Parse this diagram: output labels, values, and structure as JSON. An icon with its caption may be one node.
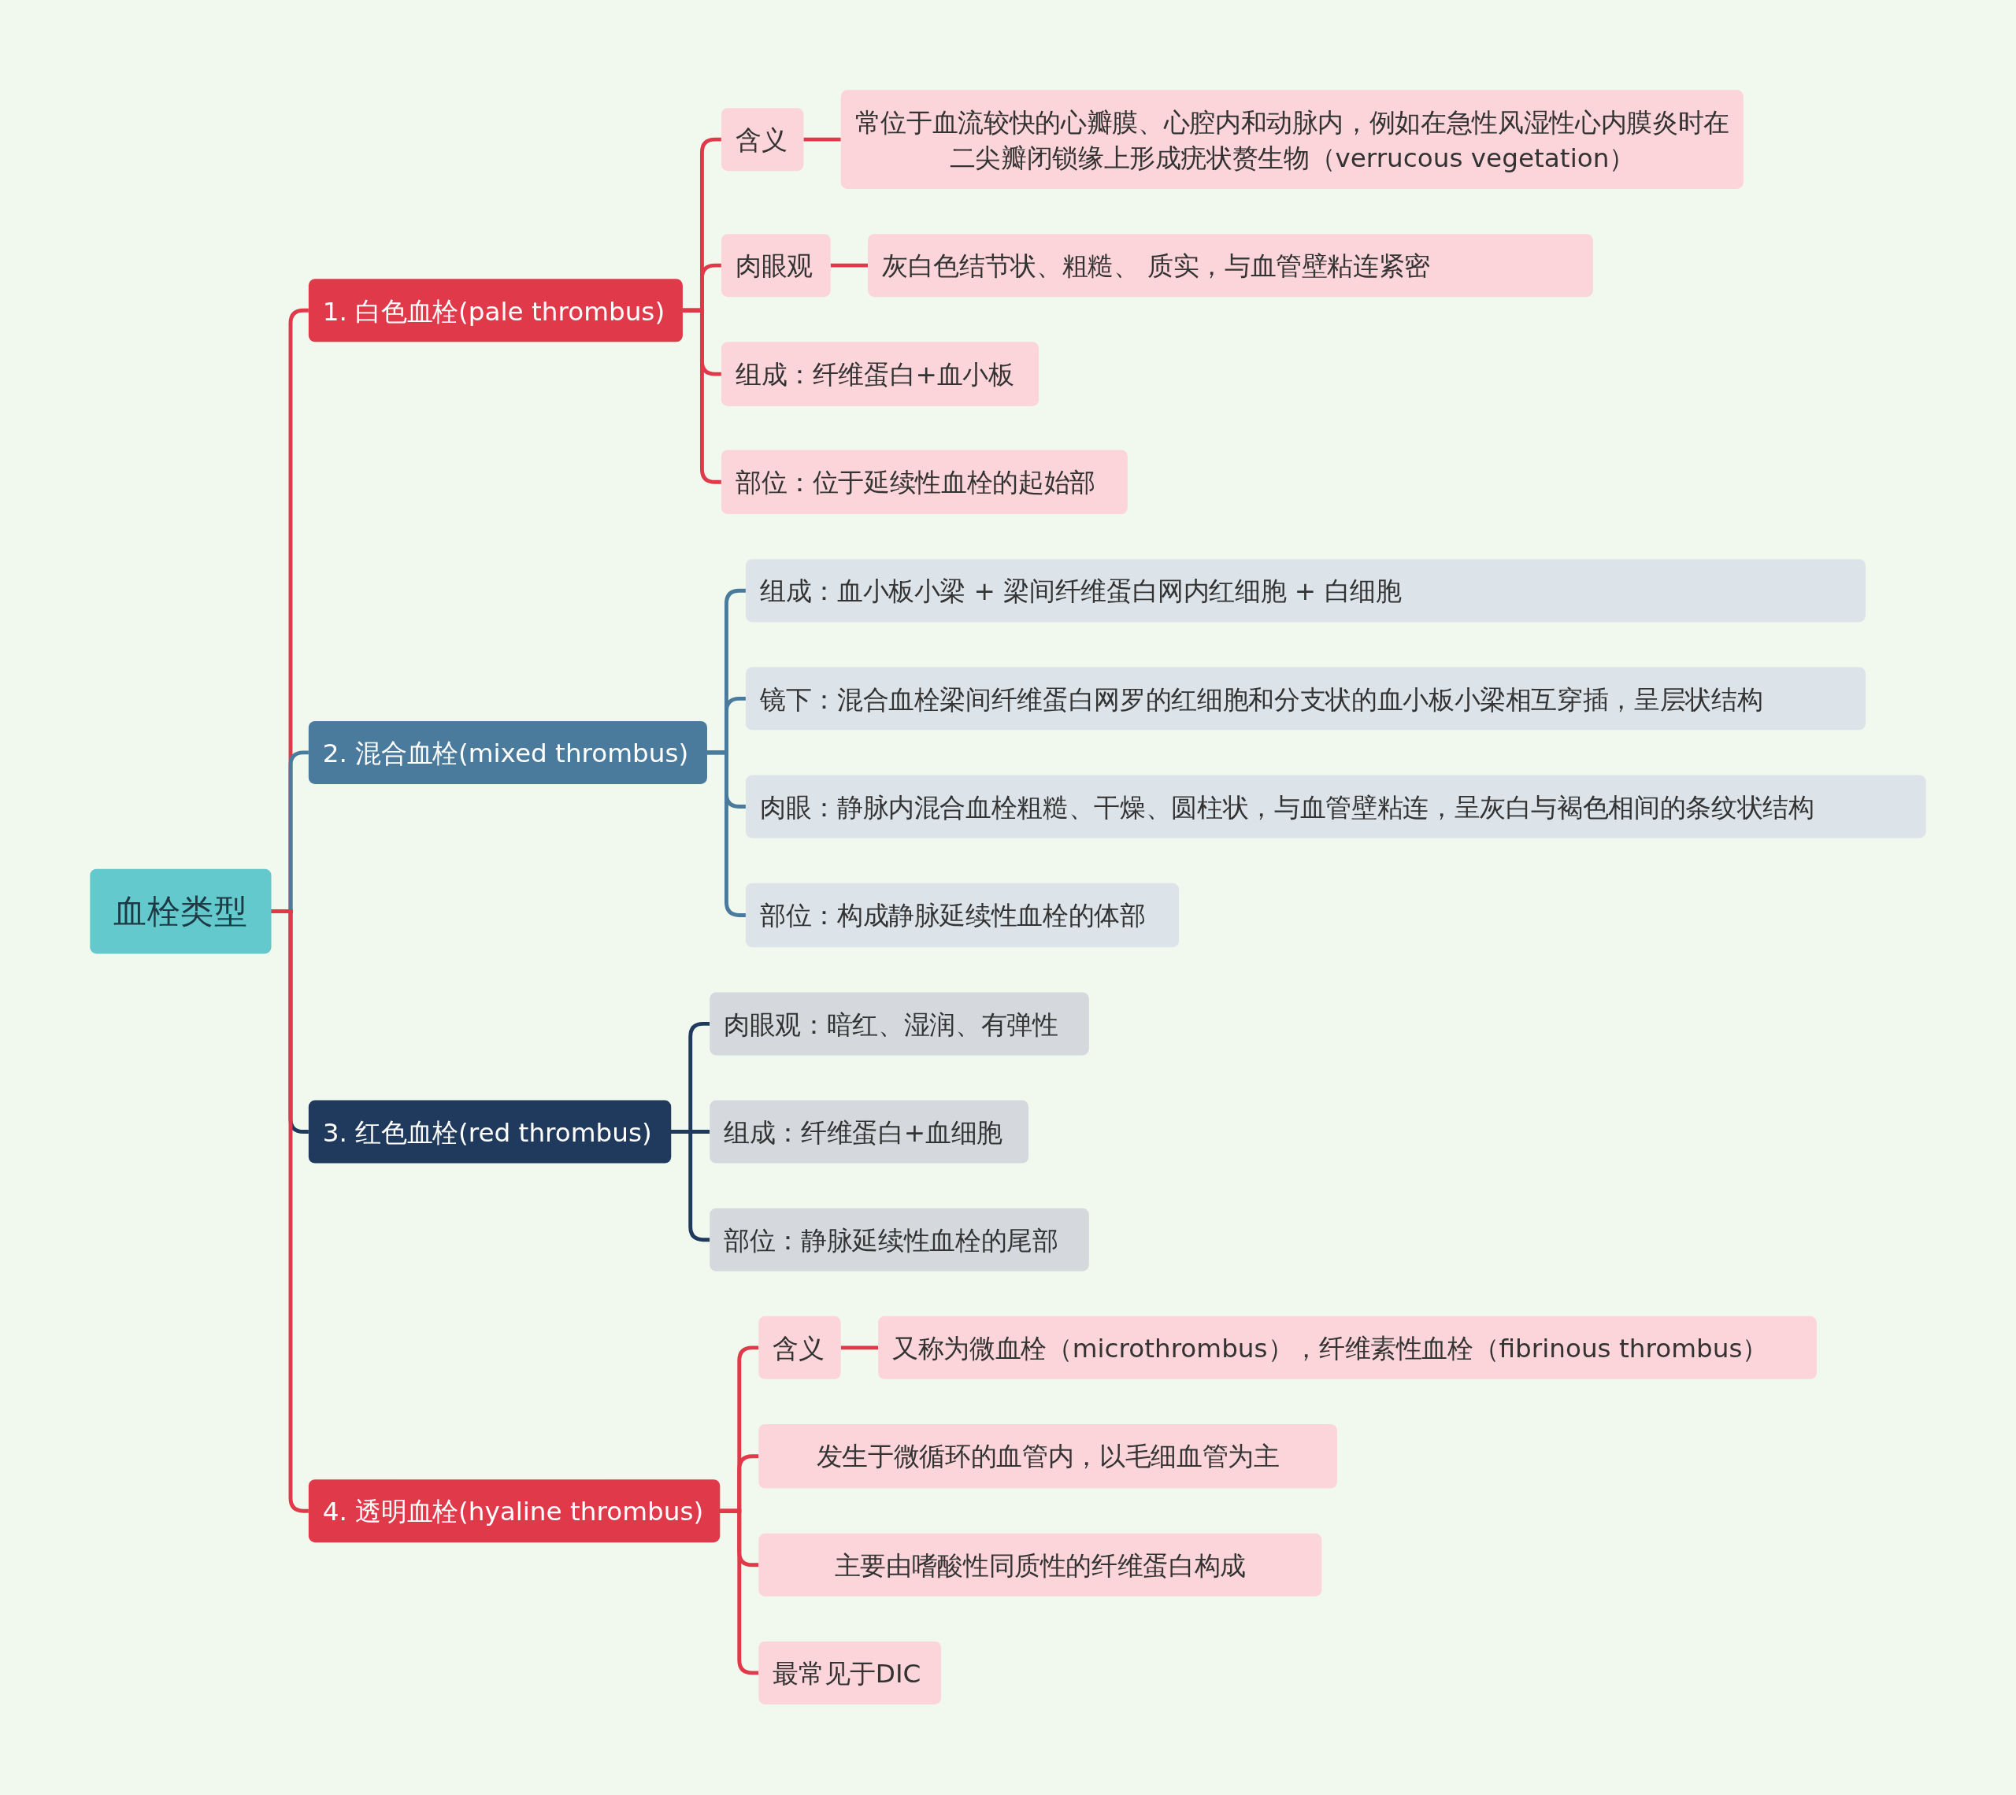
{
  "diagram": {
    "nodes": [
      {
        "text": [
          "血栓类型"
        ]
      },
      {
        "text": [
          "1. 白色血栓(pale thrombus)"
        ]
      },
      {
        "text": [
          "含义"
        ]
      },
      {
        "text": [
          "常位于血流较快的心瓣膜、心腔内和动脉内，例如在急性风湿性心内膜炎时在二尖瓣闭锁缘上形成疣状赘生物（verrucous vegetation）"
        ]
      },
      {
        "text": [
          "肉眼观"
        ]
      },
      {
        "text": [
          "灰白色结节状、粗糙、 质实，与血管壁粘连紧密"
        ]
      },
      {
        "text": [
          "组成：纤维蛋白+血小板"
        ]
      },
      {
        "text": [
          "部位：位于延续性血栓的起始部"
        ]
      },
      {
        "text": [
          "2. 混合血栓(mixed thrombus)"
        ]
      },
      {
        "text": [
          "组成：血小板小梁 + 梁间纤维蛋白网内红细胞 + 白细胞"
        ]
      },
      {
        "text": [
          "镜下：混合血栓梁间纤维蛋白网罗的红细胞和分支状的血小板小梁相互穿插，呈层状结构"
        ]
      },
      {
        "text": [
          "肉眼：静脉内混合血栓粗糙、干燥、圆柱状，与血管壁粘连，呈灰白与褐色相间的条纹状结构"
        ]
      },
      {
        "text": [
          "部位：构成静脉延续性血栓的体部"
        ]
      },
      {
        "text": [
          "3. 红色血栓(red thrombus)"
        ]
      },
      {
        "text": [
          "肉眼观：暗红、湿润、有弹性"
        ]
      },
      {
        "text": [
          "组成：纤维蛋白+血细胞"
        ]
      },
      {
        "text": [
          "部位：静脉延续性血栓的尾部"
        ]
      },
      {
        "text": [
          "4. 透明血栓(hyaline thrombus)"
        ]
      },
      {
        "text": [
          "含义"
        ]
      },
      {
        "text": [
          "又称为微血栓（microthrombus），纤维素性血栓（fibrinous thrombus）"
        ]
      },
      {
        "text": [
          "发生于微循环的血管内，以毛细血管为主"
        ]
      },
      {
        "text": [
          "主要由嗜酸性同质性的纤维蛋白构成"
        ]
      },
      {
        "text": [
          "最常见于DIC"
        ]
      }
    ],
    "edges": [
      {
        "from": 0,
        "to": 1,
        "arrow": "none"
      },
      {
        "from": 0,
        "to": 8,
        "arrow": "none",
        "color": "#4a7a9c"
      },
      {
        "from": 0,
        "to": 13,
        "arrow": "none",
        "color": "#1f3a5c"
      },
      {
        "from": 0,
        "to": 17,
        "arrow": "none"
      },
      {
        "from": 1,
        "to": 2,
        "arrow": "none"
      },
      {
        "from": 1,
        "to": 4,
        "arrow": "none"
      },
      {
        "from": 1,
        "to": 6,
        "arrow": "none"
      },
      {
        "from": 1,
        "to": 7,
        "arrow": "none"
      },
      {
        "from": 2,
        "to": 3,
        "arrow": "none"
      },
      {
        "from": 4,
        "to": 5,
        "arrow": "none"
      },
      {
        "from": 8,
        "to": 9,
        "arrow": "none",
        "color": "#4a7a9c"
      },
      {
        "from": 8,
        "to": 10,
        "arrow": "none",
        "color": "#4a7a9c"
      },
      {
        "from": 8,
        "to": 11,
        "arrow": "none",
        "color": "#4a7a9c"
      },
      {
        "from": 8,
        "to": 12,
        "arrow": "none",
        "color": "#4a7a9c"
      },
      {
        "from": 13,
        "to": 14,
        "arrow": "none",
        "color": "#1f3a5c"
      },
      {
        "from": 13,
        "to": 15,
        "arrow": "none",
        "color": "#1f3a5c"
      },
      {
        "from": 13,
        "to": 16,
        "arrow": "none",
        "color": "#1f3a5c"
      },
      {
        "from": 17,
        "to": 18,
        "arrow": "none"
      },
      {
        "from": 17,
        "to": 20,
        "arrow": "none"
      },
      {
        "from": 17,
        "to": 21,
        "arrow": "none"
      },
      {
        "from": 17,
        "to": 22,
        "arrow": "none"
      },
      {
        "from": 18,
        "to": 19,
        "arrow": "none"
      }
    ]
  }
}
